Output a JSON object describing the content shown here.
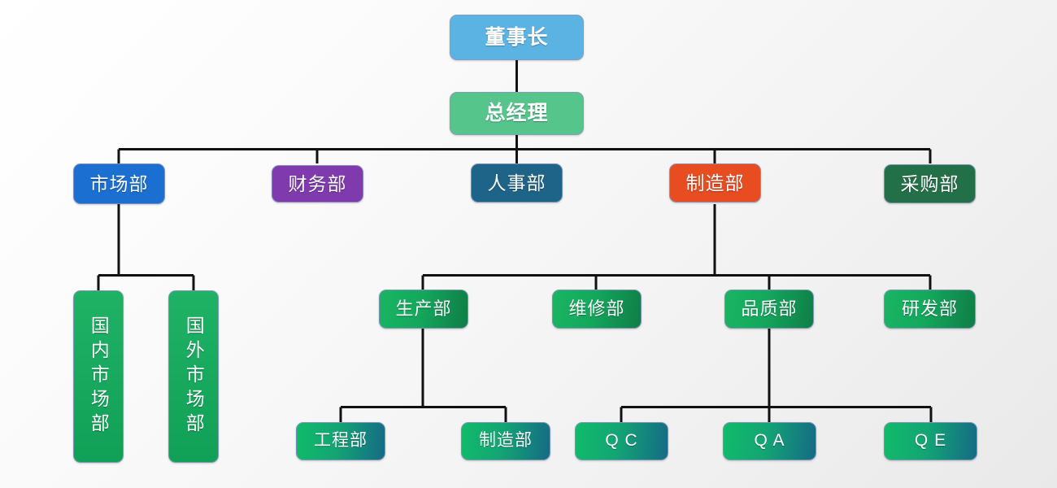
{
  "chart_data": {
    "type": "diagram",
    "diagram_kind": "organization-chart",
    "title": "",
    "orientation": "top-down",
    "background_color": "#f2f2f2",
    "connector_color": "#111111",
    "levels": 5
  },
  "palette": {
    "chairman": "#5bb3e4",
    "general_manager": "#55c58c",
    "marketing": "#1b6fd0",
    "finance": "#7f3aad",
    "hr": "#1d6488",
    "manufacturing": "#e84c21",
    "purchasing": "#237048",
    "green_gradient_start": "#19b563",
    "green_gradient_end": "#0f7d47",
    "teal_gradient_start": "#10bb6a",
    "teal_gradient_end": "#156b85",
    "node_text": "#ffffff",
    "node_border": "#8c96be"
  },
  "nodes": {
    "chairman": {
      "label": "董事长"
    },
    "general_manager": {
      "label": "总经理"
    },
    "marketing": {
      "label": "市场部"
    },
    "finance": {
      "label": "财务部"
    },
    "hr": {
      "label": "人事部"
    },
    "manufacturing": {
      "label": "制造部"
    },
    "purchasing": {
      "label": "采购部"
    },
    "domestic_market": {
      "label": "国内市场部"
    },
    "overseas_market": {
      "label": "国外市场部"
    },
    "production": {
      "label": "生产部"
    },
    "maintenance": {
      "label": "维修部"
    },
    "quality": {
      "label": "品质部"
    },
    "rnd": {
      "label": "研发部"
    },
    "engineering": {
      "label": "工程部"
    },
    "manufacturing_sub": {
      "label": "制造部"
    },
    "qc": {
      "label": "Q C"
    },
    "qa": {
      "label": "Q A"
    },
    "qe": {
      "label": "Q E"
    }
  }
}
